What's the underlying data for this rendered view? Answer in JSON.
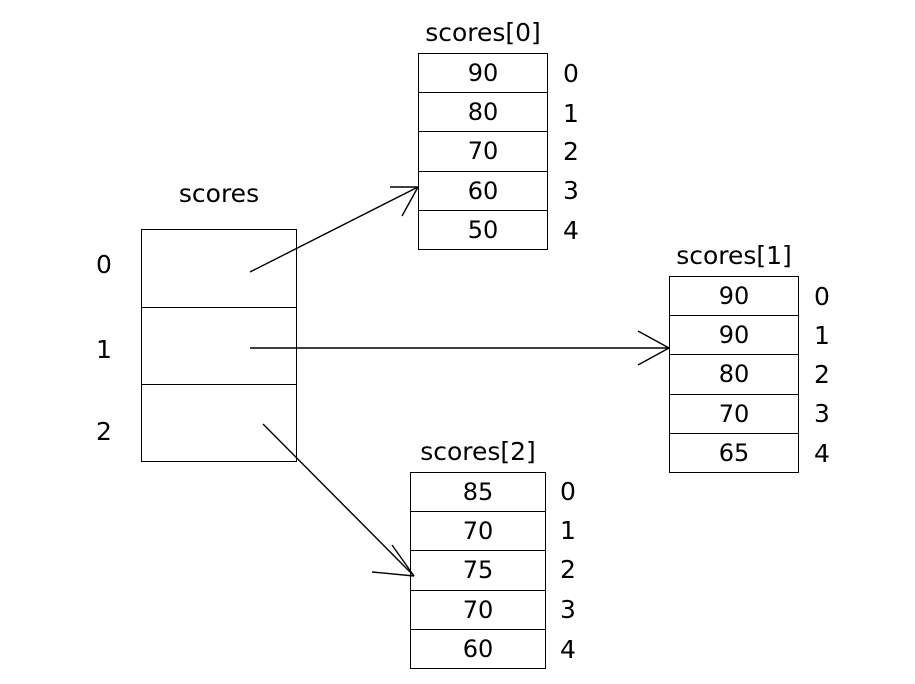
{
  "diagram": {
    "title_outer": "scores",
    "outer_indices": [
      "0",
      "1",
      "2"
    ],
    "arrays": [
      {
        "name": "arr0",
        "title": "scores[0]",
        "values": [
          "90",
          "80",
          "70",
          "60",
          "50"
        ],
        "indices": [
          "0",
          "1",
          "2",
          "3",
          "4"
        ]
      },
      {
        "name": "arr1",
        "title": "scores[1]",
        "values": [
          "90",
          "90",
          "80",
          "70",
          "65"
        ],
        "indices": [
          "0",
          "1",
          "2",
          "3",
          "4"
        ]
      },
      {
        "name": "arr2",
        "title": "scores[2]",
        "values": [
          "85",
          "70",
          "75",
          "70",
          "60"
        ],
        "indices": [
          "0",
          "1",
          "2",
          "3",
          "4"
        ]
      }
    ],
    "colors": {
      "stroke": "#000000",
      "background": "#ffffff",
      "text": "#000000"
    }
  }
}
